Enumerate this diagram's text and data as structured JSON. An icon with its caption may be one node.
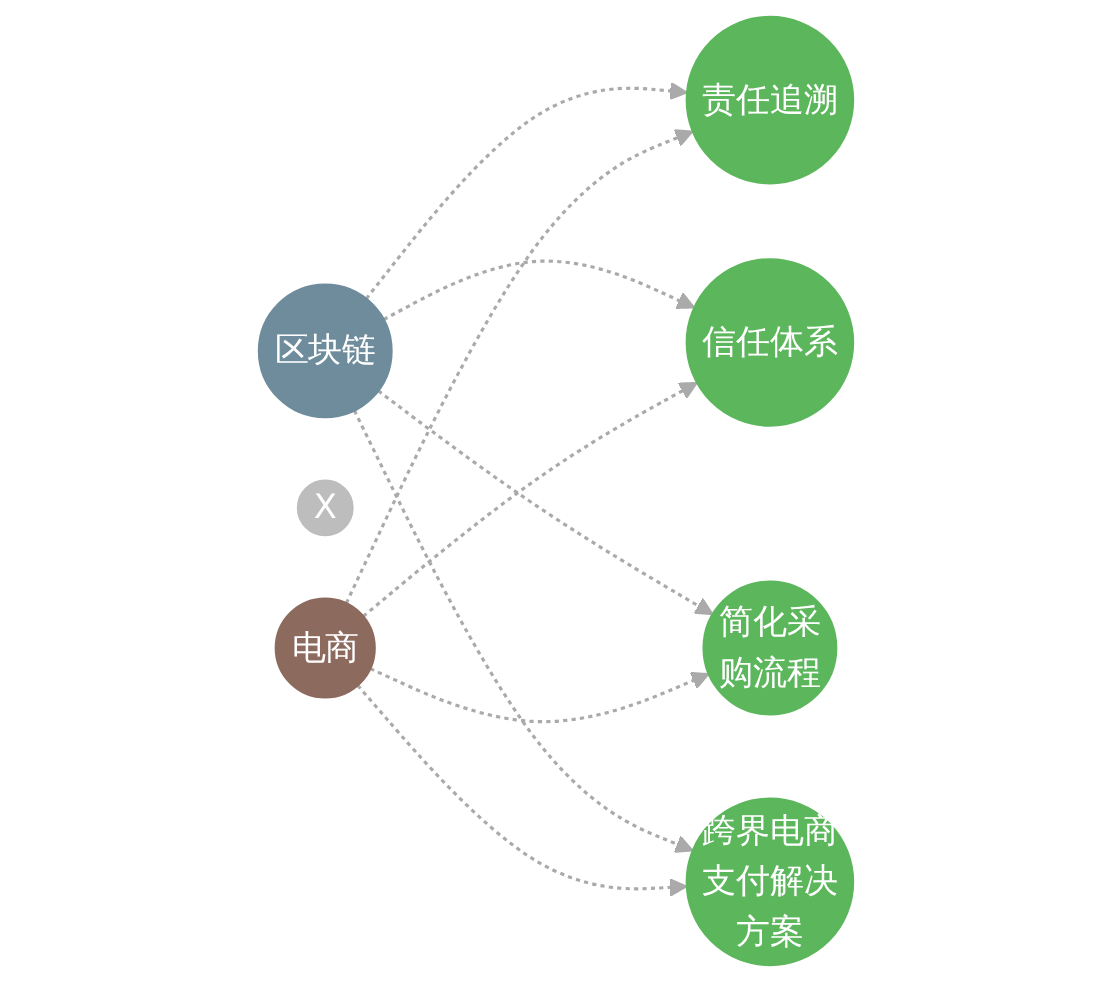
{
  "diagram": {
    "nodes": [
      {
        "text": [
          "责任追溯"
        ]
      },
      {
        "text": [
          "信任体系"
        ]
      },
      {
        "text": [
          "区块链"
        ]
      },
      {
        "text": [
          "X"
        ]
      },
      {
        "text": [
          "电商"
        ]
      },
      {
        "text": [
          "简化采购流程"
        ]
      },
      {
        "text": [
          "跨界电商支付解决方案"
        ]
      }
    ],
    "edges": [
      {
        "from": 2,
        "to": 0,
        "arrow": "to",
        "style": "dashed"
      },
      {
        "from": 2,
        "to": 1,
        "arrow": "to",
        "style": "dashed"
      },
      {
        "from": 2,
        "to": 5,
        "arrow": "to",
        "style": "dashed"
      },
      {
        "from": 2,
        "to": 6,
        "arrow": "to",
        "style": "dashed"
      },
      {
        "from": 4,
        "to": 0,
        "arrow": "to",
        "style": "dashed"
      },
      {
        "from": 4,
        "to": 1,
        "arrow": "to",
        "style": "dashed"
      },
      {
        "from": 4,
        "to": 5,
        "arrow": "to",
        "style": "dashed"
      },
      {
        "from": 4,
        "to": 6,
        "arrow": "to",
        "style": "dashed"
      }
    ]
  }
}
